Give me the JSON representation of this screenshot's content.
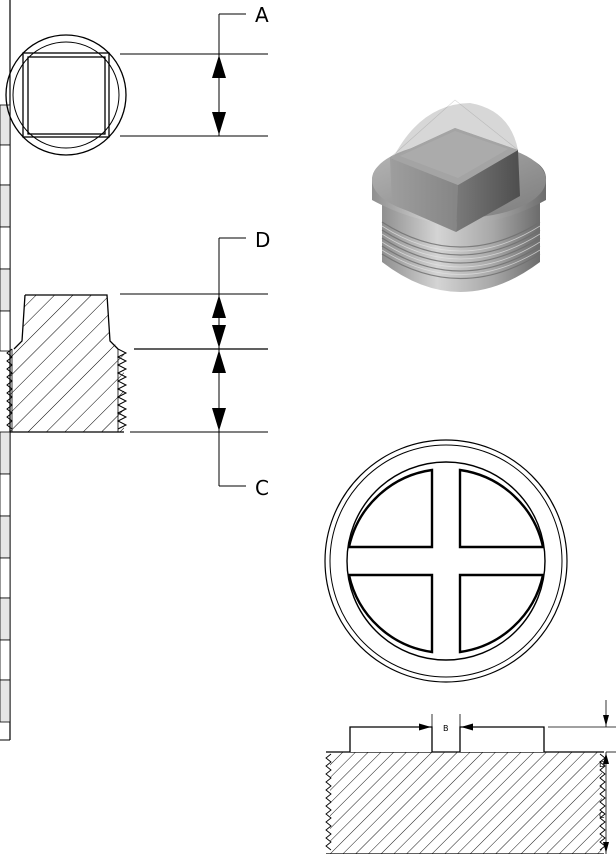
{
  "dimensions": {
    "a": "A",
    "d": "D",
    "c": "C",
    "b": "B",
    "d_small": "D",
    "c_small": "C"
  },
  "colors": {
    "line": "#000000",
    "hatch": "#000000",
    "metal_light": "#c9c9c9",
    "metal_mid": "#9a9a9a",
    "metal_dark": "#5e5e5e"
  },
  "icons": {
    "square_plug_photo": "square-head-pipe-plug-photo",
    "cored_plug_top": "cored-plug-top-view"
  }
}
